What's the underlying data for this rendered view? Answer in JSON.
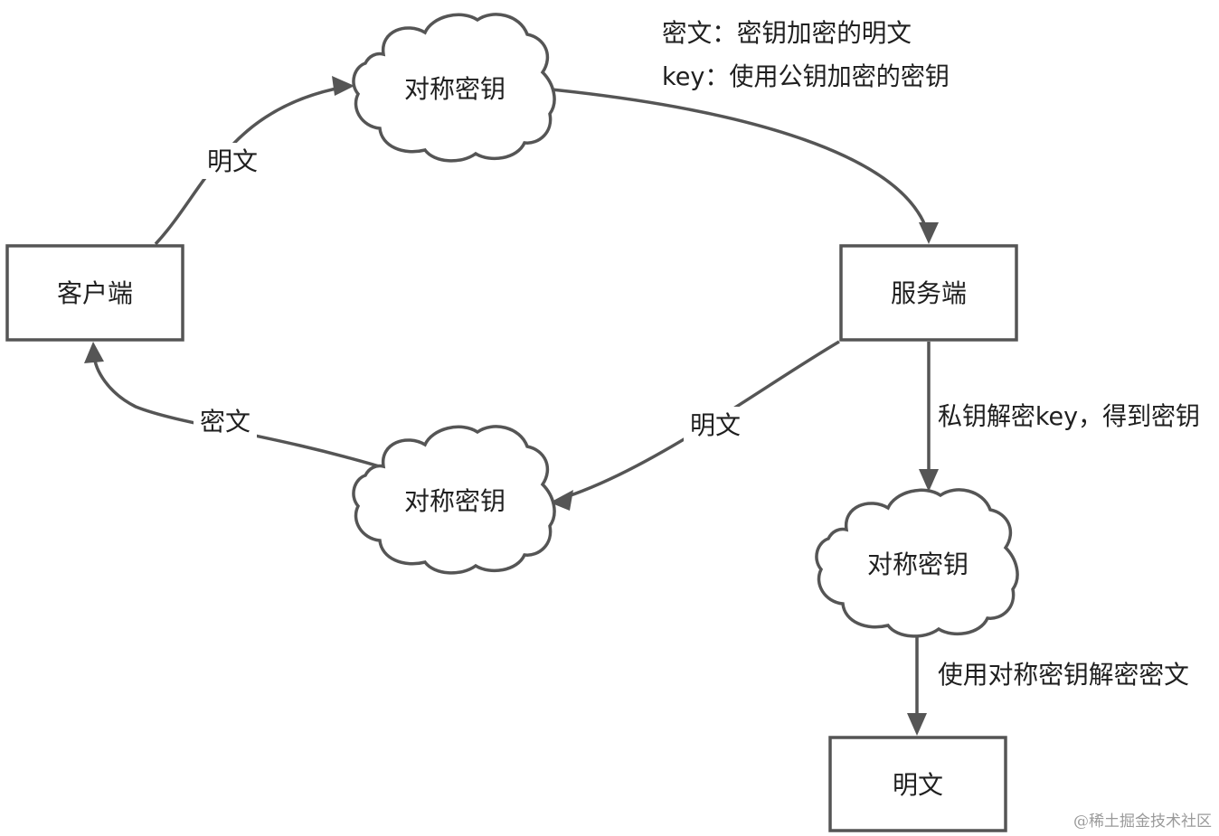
{
  "notes": {
    "ciphertext_def": "密文：密钥加密的明文",
    "key_def": "key：使用公钥加密的密钥"
  },
  "nodes": {
    "client": "客户端",
    "server": "服务端",
    "plaintext_box": "明文",
    "cloud_top": "对称密钥",
    "cloud_bottom": "对称密钥",
    "cloud_right": "对称密钥"
  },
  "edge_labels": {
    "client_to_cloud": "明文",
    "cloud_to_client": "密文",
    "server_to_cloud": "明文",
    "server_to_cloud_right": "私钥解密key，得到密钥",
    "cloud_right_to_plaintext": "使用对称密钥解密密文"
  },
  "watermark": "@稀土掘金技术社区",
  "colors": {
    "stroke": "#555555",
    "text": "#1f1f1f",
    "watermark": "#9a9a9a",
    "background": "#ffffff"
  }
}
